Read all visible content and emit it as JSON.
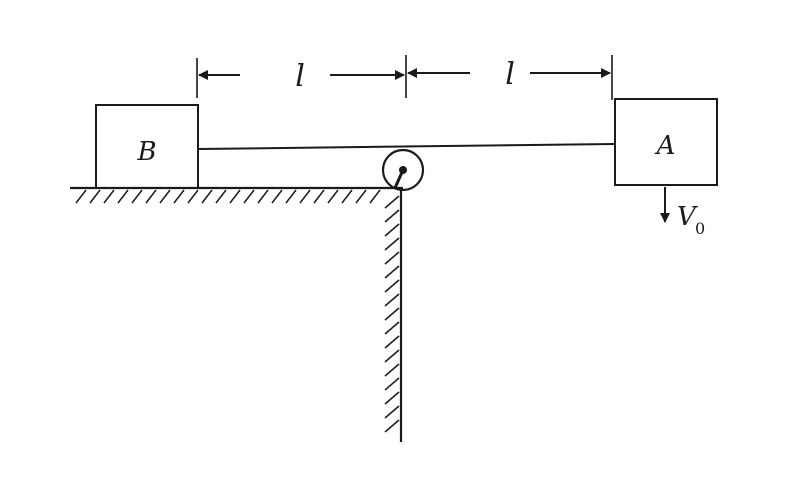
{
  "labels": {
    "block_b": "B",
    "block_a": "A",
    "length_left": "l",
    "length_right": "l",
    "velocity_symbol": "V",
    "velocity_subscript": "0"
  },
  "colors": {
    "ink": "#1a1a1a",
    "background": "#ffffff"
  },
  "icons": {
    "pulley": "circle-with-center-pin",
    "ground": "hatched-surface",
    "wall": "hatched-wall"
  }
}
